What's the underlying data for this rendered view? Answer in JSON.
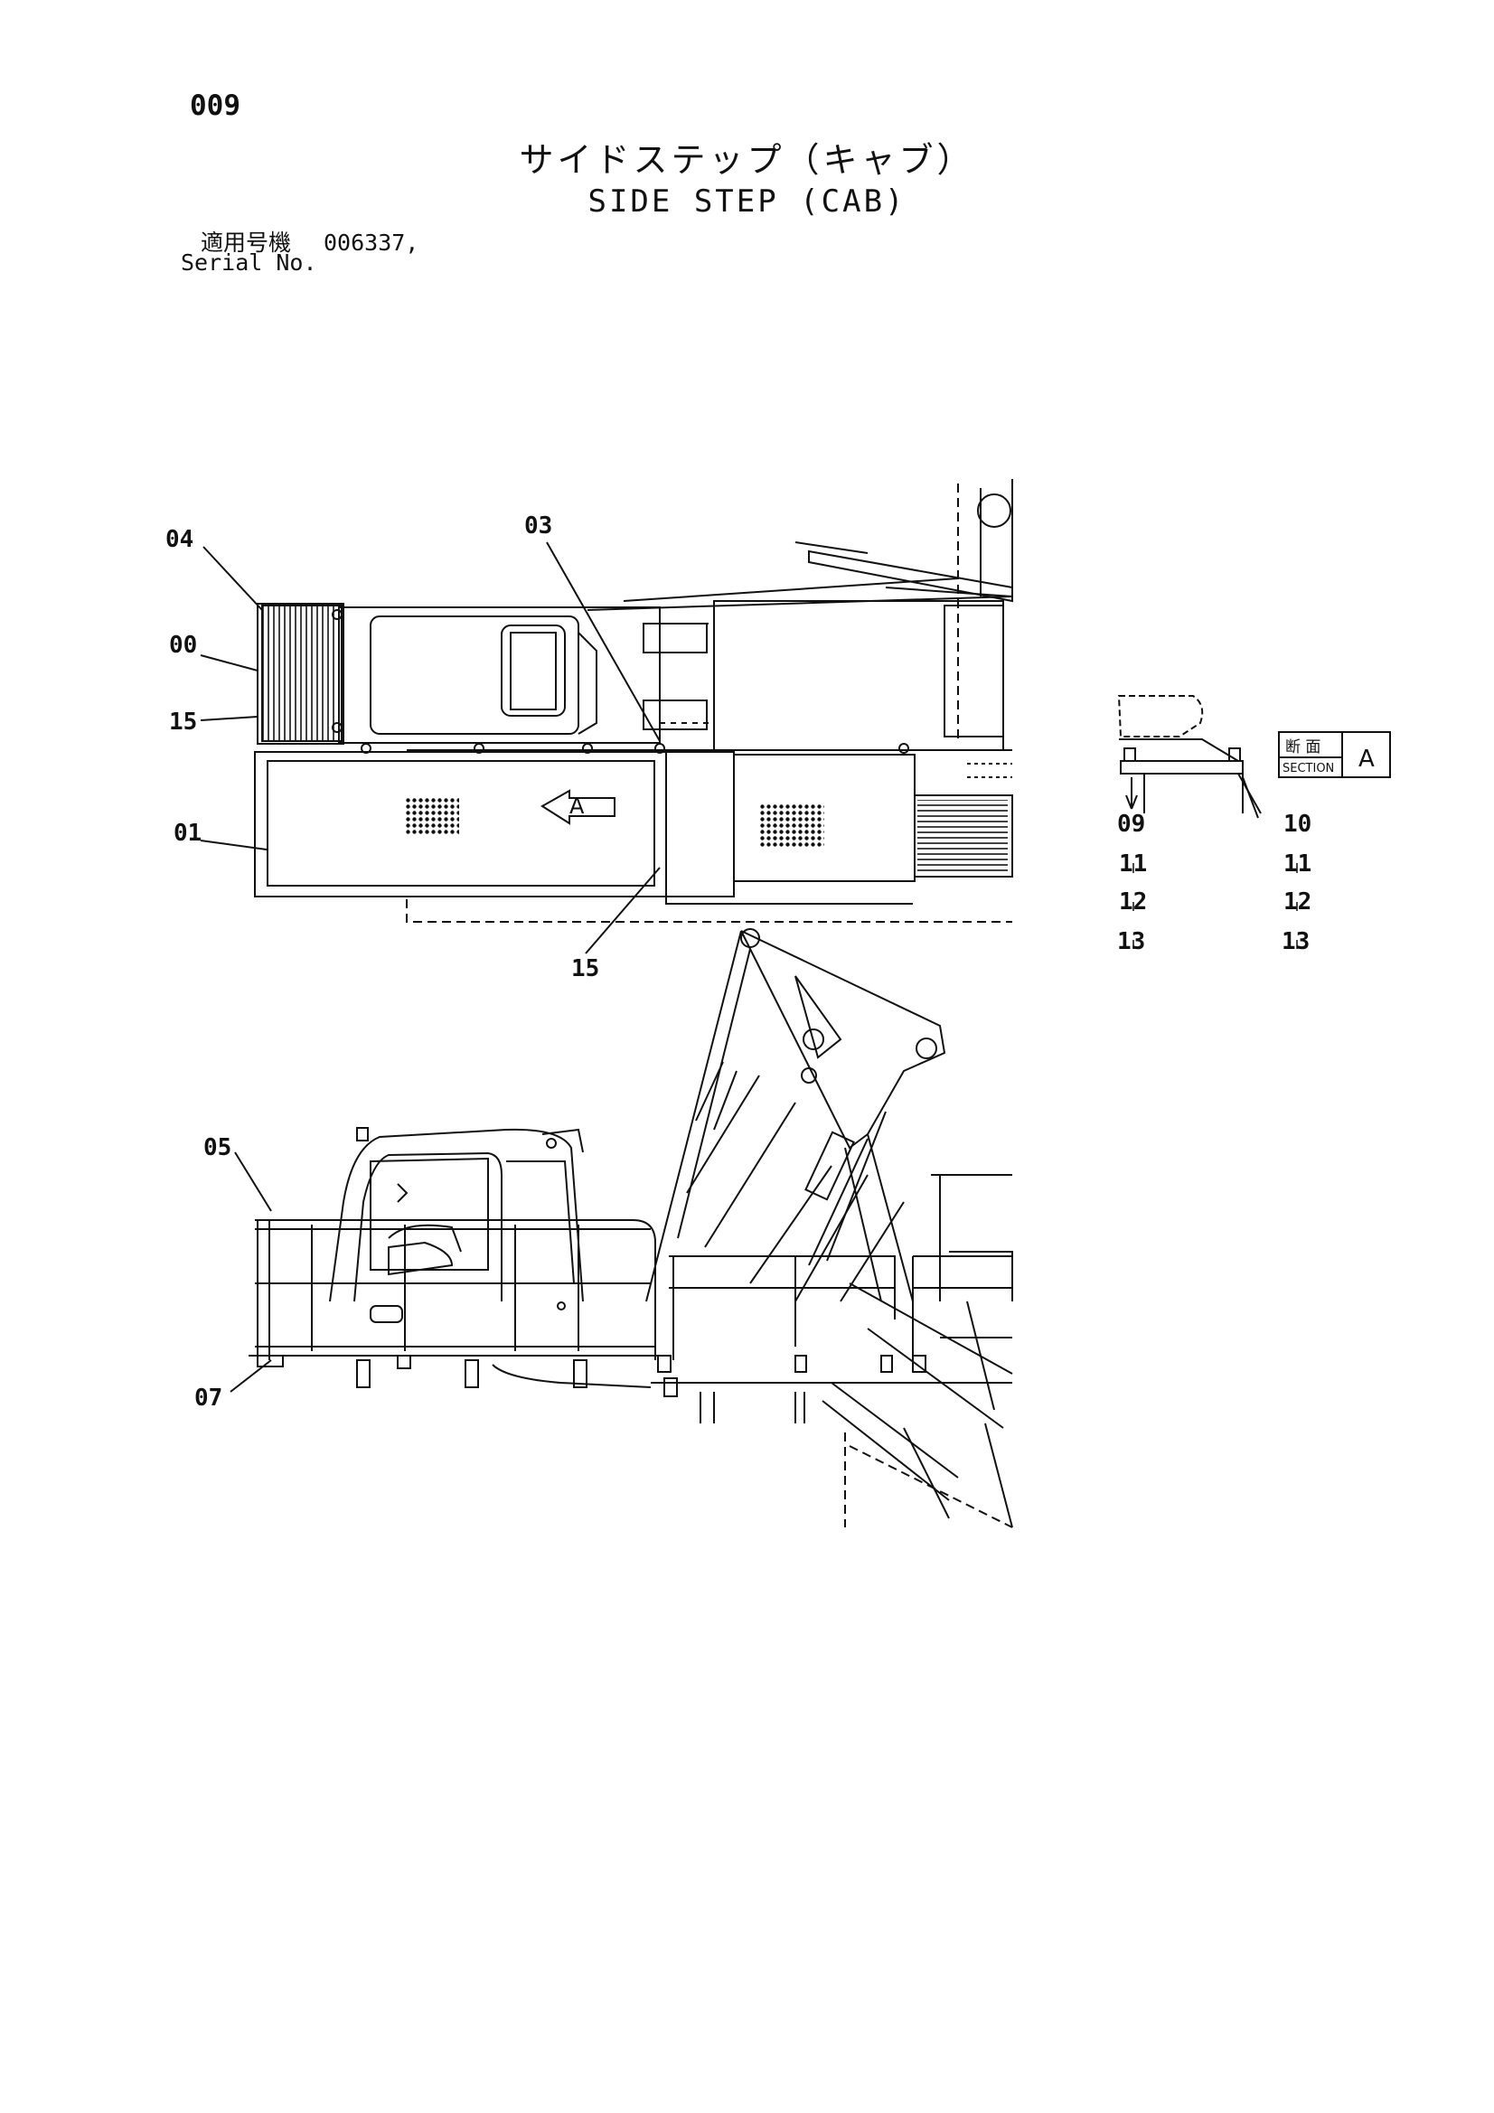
{
  "page_number": "009",
  "title_jp": "サイドステップ（キャブ）",
  "title_en": "SIDE STEP (CAB)",
  "serial_label_jp": "適用号機",
  "serial_label_en": "Serial No.",
  "serial_value": "006337,",
  "section_box": {
    "jp": "断 面",
    "en": "SECTION",
    "letter": "A"
  },
  "view_marker": "A",
  "callouts": {
    "c04": "04",
    "c00": "00",
    "c15a": "15",
    "c01": "01",
    "c03": "03",
    "c15b": "15",
    "c05": "05",
    "c07": "07",
    "s09": "09",
    "s11a": "11",
    "s12a": "12",
    "s13a": "13",
    "s10": "10",
    "s11b": "11",
    "s12b": "12",
    "s13b": "13"
  }
}
